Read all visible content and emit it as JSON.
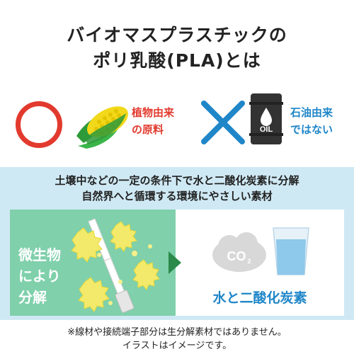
{
  "title": {
    "line1": "バイオマスプラスチックの",
    "line2": "ポリ乳酸(PLA)とは"
  },
  "plant": {
    "label_line1": "植物由来",
    "label_line2": "の原料",
    "mark_icon": "circle-ok-icon",
    "image_icon": "corn-icon",
    "color": "#e23a2e"
  },
  "oil": {
    "label_line1": "石油由来",
    "label_line2": "ではない",
    "mark_icon": "cross-icon",
    "image_icon": "oil-barrel-icon",
    "barrel_text": "OIL",
    "color": "#1f86c8"
  },
  "band": {
    "line1": "土壌中などの一定の条件下で水と二酸化炭素に分解",
    "line2": "自然界へと循環する環境にやさしい素材",
    "color": "#cfe9f4"
  },
  "decomposition": {
    "line1": "微生物",
    "line2": "により",
    "line3": "分解",
    "panel_color": "#7fd0ab"
  },
  "result": {
    "co2_text": "CO",
    "co2_sub": "2",
    "label": "水と二酸化炭素"
  },
  "notes": {
    "line1": "※線材や接続端子部分は生分解素材ではありません。",
    "line2": "イラストはイメージです。"
  }
}
